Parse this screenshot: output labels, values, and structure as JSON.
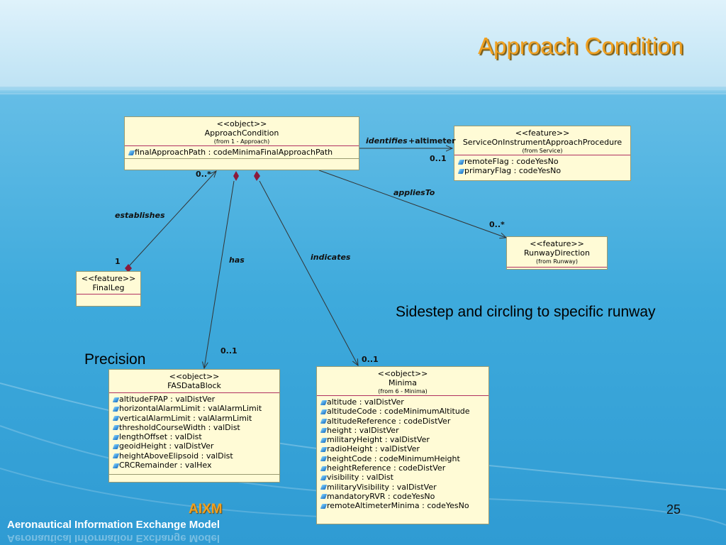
{
  "slide": {
    "title": "Approach Condition",
    "notes": {
      "runway": "Sidestep and circling to specific runway",
      "precision": "Precision"
    },
    "brand": "AIXM",
    "footer": "Aeronautical Information Exchange Model",
    "page_number": "25"
  },
  "classes": {
    "approach": {
      "stereotype": "<<object>>",
      "name": "ApproachCondition",
      "from": "(from 1 - Approach)",
      "attributes": [
        "finalApproachPath : codeMinimaFinalApproachPath"
      ]
    },
    "service": {
      "stereotype": "<<feature>>",
      "name": "ServiceOnInstrumentApproachProcedure",
      "from": "(from Service)",
      "attributes": [
        "remoteFlag : codeYesNo",
        "primaryFlag : codeYesNo"
      ]
    },
    "runway": {
      "stereotype": "<<feature>>",
      "name": "RunwayDirection",
      "from": "(from Runway)"
    },
    "finalleg": {
      "stereotype": "<<feature>>",
      "name": "FinalLeg"
    },
    "fas": {
      "stereotype": "<<object>>",
      "name": "FASDataBlock",
      "attributes": [
        "altitudeFPAP : valDistVer",
        "horizontalAlarmLimit : valAlarmLimit",
        "verticalAlarmLimit : valAlarmLimit",
        "thresholdCourseWidth : valDist",
        "lengthOffset : valDist",
        "geoidHeight : valDistVer",
        "heightAboveElipsoid : valDist",
        "CRCRemainder : valHex"
      ]
    },
    "minima": {
      "stereotype": "<<object>>",
      "name": "Minima",
      "from": "(from 6 - Minima)",
      "attributes": [
        "altitude : valDistVer",
        "altitudeCode : codeMinimumAltitude",
        "altitudeReference : codeDistVer",
        "height : valDistVer",
        "militaryHeight : valDistVer",
        "radioHeight : valDistVer",
        "heightCode : codeMinimumHeight",
        "heightReference : codeDistVer",
        "visibility : valDist",
        "militaryVisibility : valDistVer",
        "mandatoryRVR : codeYesNo",
        "remoteAltimeterMinima : codeYesNo"
      ]
    }
  },
  "associations": {
    "identifies": "identifies",
    "altimeter": "+altimeter",
    "appliesTo": "appliesTo",
    "establishes": "establishes",
    "has": "has",
    "indicates": "indicates"
  },
  "multiplicities": {
    "approach_many": "0..*",
    "service": "0..1",
    "runway": "0..*",
    "finalleg": "1",
    "fas": "0..1",
    "minima": "0..1"
  },
  "colors": {
    "title": "#f0a020",
    "box_fill": "#fffbd6",
    "separator": "#b03060",
    "diamond": "#8b1a3a"
  }
}
